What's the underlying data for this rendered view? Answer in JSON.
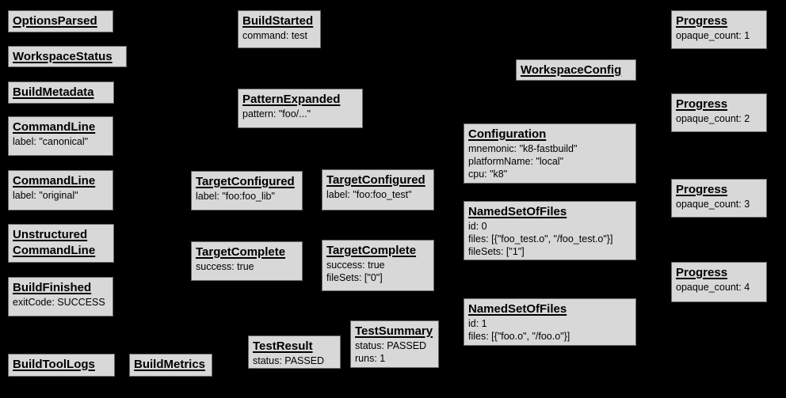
{
  "colors": {
    "background": "#000000",
    "box_fill": "#d8d8d8",
    "box_border": "#6a6a6a",
    "text": "#000000"
  },
  "boxes": {
    "options_parsed": {
      "title": "OptionsParsed",
      "lines": []
    },
    "workspace_status": {
      "title": "WorkspaceStatus",
      "lines": []
    },
    "build_metadata": {
      "title": "BuildMetadata",
      "lines": []
    },
    "command_line_canonical": {
      "title": "CommandLine",
      "lines": [
        "label: \"canonical\""
      ]
    },
    "command_line_original": {
      "title": "CommandLine",
      "lines": [
        "label: \"original\""
      ]
    },
    "unstructured_command_line": {
      "title": "Unstructured",
      "title2": "CommandLine",
      "lines": []
    },
    "build_finished": {
      "title": "BuildFinished",
      "lines": [
        "exitCode: SUCCESS"
      ]
    },
    "build_tool_logs": {
      "title": "BuildToolLogs",
      "lines": []
    },
    "build_metrics": {
      "title": "BuildMetrics",
      "lines": []
    },
    "build_started": {
      "title": "BuildStarted",
      "lines": [
        "command: test"
      ]
    },
    "pattern_expanded": {
      "title": "PatternExpanded",
      "lines": [
        "pattern: \"foo/...\""
      ]
    },
    "target_configured_lib": {
      "title": "TargetConfigured",
      "lines": [
        "label: \"foo:foo_lib\""
      ]
    },
    "target_configured_test": {
      "title": "TargetConfigured",
      "lines": [
        "label: \"foo:foo_test\""
      ]
    },
    "target_complete_lib": {
      "title": "TargetComplete",
      "lines": [
        "success: true"
      ]
    },
    "target_complete_test": {
      "title": "TargetComplete",
      "lines": [
        "success: true",
        "fileSets: [\"0\"]"
      ]
    },
    "test_result": {
      "title": "TestResult",
      "lines": [
        "status: PASSED"
      ]
    },
    "test_summary": {
      "title": "TestSummary",
      "lines": [
        "status: PASSED",
        "runs: 1"
      ]
    },
    "workspace_config": {
      "title": "WorkspaceConfig",
      "lines": []
    },
    "configuration": {
      "title": "Configuration",
      "lines": [
        "mnemonic: \"k8-fastbuild\"",
        "platformName: \"local\"",
        "cpu: \"k8\""
      ]
    },
    "named_set_of_files_0": {
      "title": "NamedSetOfFiles",
      "lines": [
        "id: 0",
        "files: [{\"foo_test.o\", \"/foo_test.o\"}]",
        "fileSets: [\"1\"]"
      ]
    },
    "named_set_of_files_1": {
      "title": "NamedSetOfFiles",
      "lines": [
        "id: 1",
        "files: [{\"foo.o\", \"/foo.o\"}]"
      ]
    },
    "progress_1": {
      "title": "Progress",
      "lines": [
        "opaque_count: 1"
      ]
    },
    "progress_2": {
      "title": "Progress",
      "lines": [
        "opaque_count: 2"
      ]
    },
    "progress_3": {
      "title": "Progress",
      "lines": [
        "opaque_count: 3"
      ]
    },
    "progress_4": {
      "title": "Progress",
      "lines": [
        "opaque_count: 4"
      ]
    }
  }
}
